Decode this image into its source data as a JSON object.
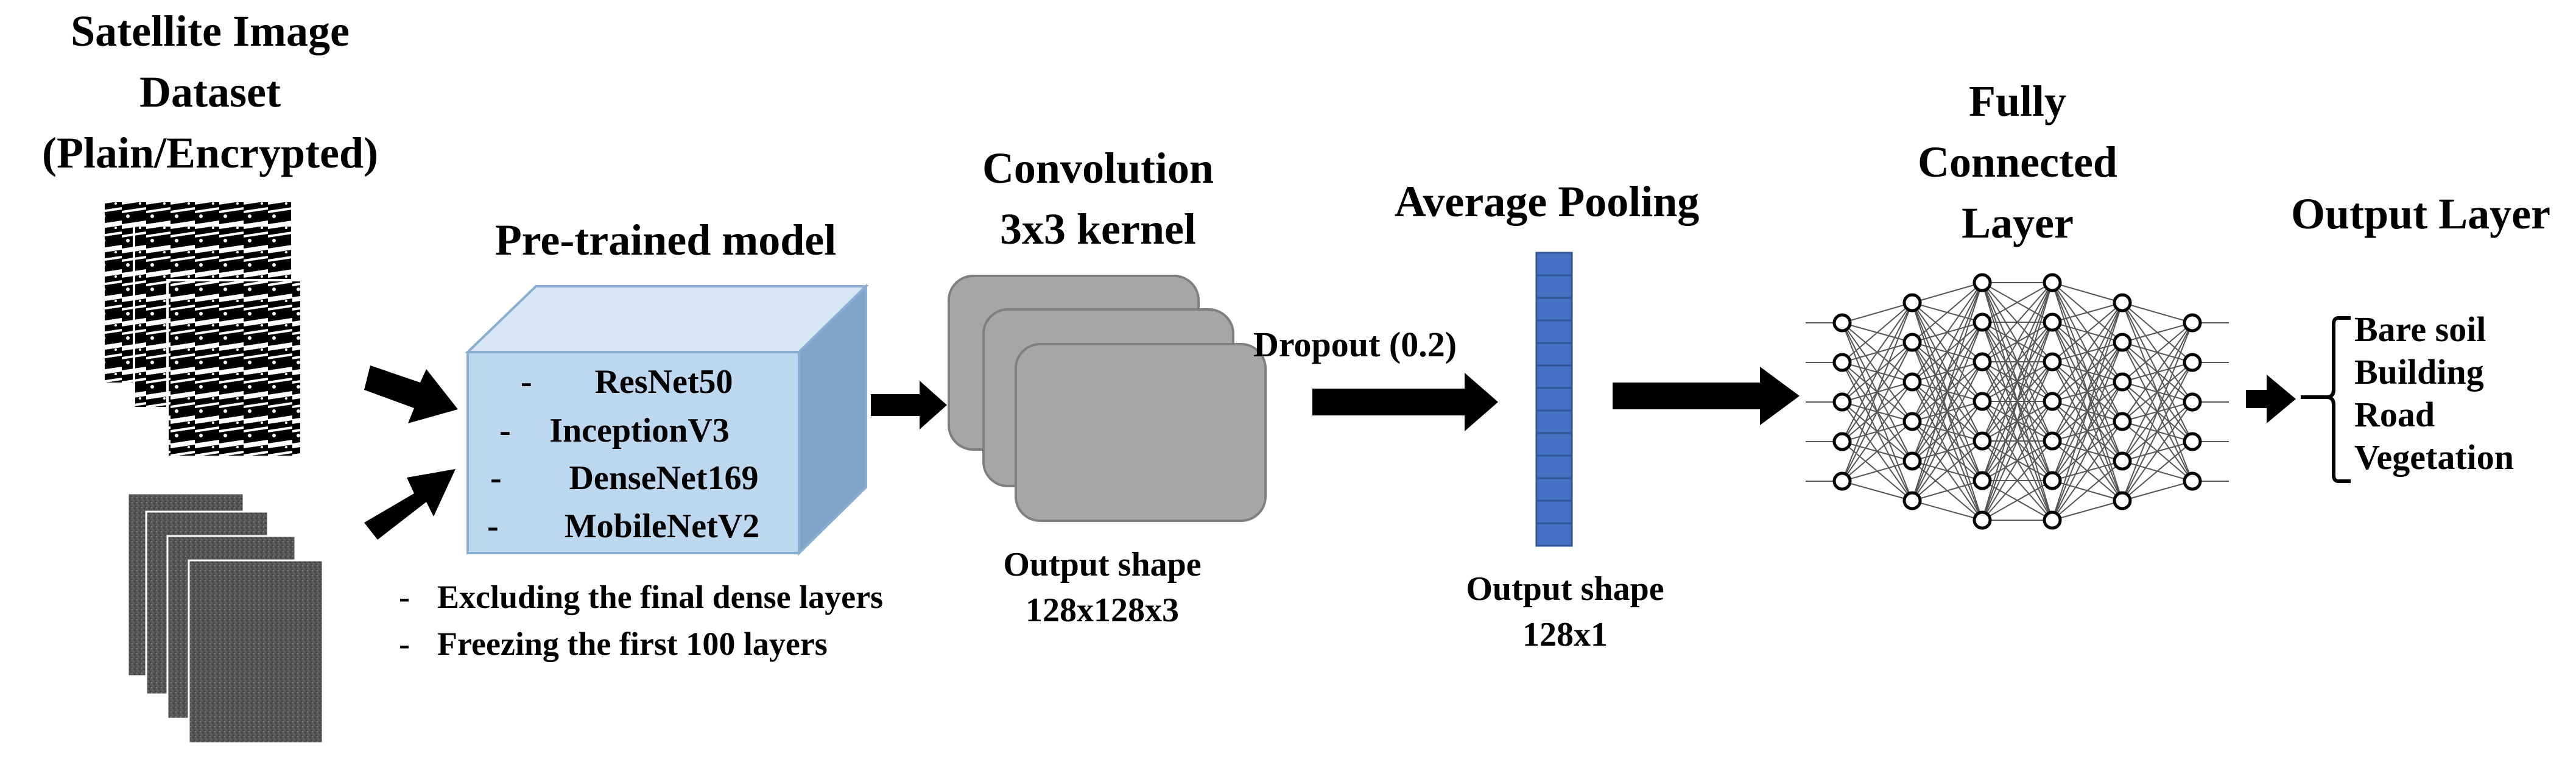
{
  "dataset": {
    "title_lines": [
      "Satellite Image",
      "Dataset",
      "(Plain/Encrypted)"
    ]
  },
  "pretrained": {
    "title": "Pre-trained model",
    "models": [
      "ResNet50",
      "InceptionV3",
      "DenseNet169",
      "MobileNetV2"
    ],
    "notes": [
      "Excluding the final dense layers",
      "Freezing the first 100 layers"
    ]
  },
  "convolution": {
    "title_lines": [
      "Convolution",
      "3x3 kernel"
    ],
    "output_lines": [
      "Output shape",
      "128x128x3"
    ]
  },
  "dropout": {
    "label": "Dropout (0.2)"
  },
  "pooling": {
    "title": "Average Pooling",
    "output_lines": [
      "Output shape",
      "128x1"
    ]
  },
  "fully_connected": {
    "title_lines": [
      "Fully",
      "Connected",
      "Layer"
    ]
  },
  "output_layer": {
    "title": "Output Layer",
    "classes": [
      "Bare soil",
      "Building",
      "Road",
      "Vegetation"
    ]
  },
  "colors": {
    "cube_front": "#bdd7ee",
    "cube_top": "#d6e6f5",
    "cube_side": "#7fa4c8",
    "cube_edge": "#8aaed2",
    "conv_fill": "#a6a6a6",
    "pool_fill": "#4472c4",
    "pool_edge": "#2f5597",
    "arrow": "#000000"
  },
  "icons": {
    "satellite_images": "satellite-image-stack",
    "encrypted_images": "encrypted-image-stack",
    "network": "neural-network-icon"
  }
}
